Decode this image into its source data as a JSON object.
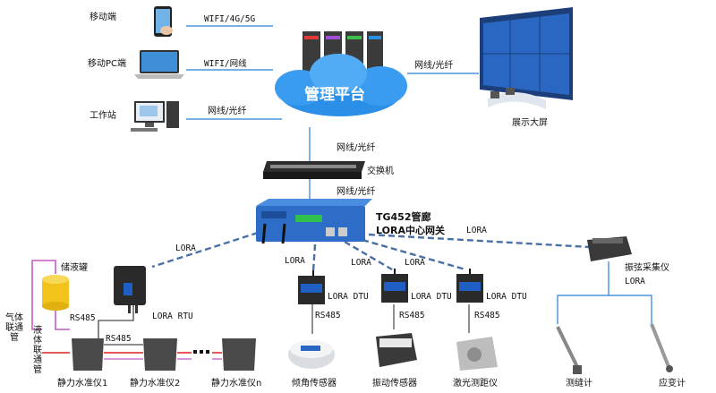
{
  "clients": {
    "mobile": "移动端",
    "mobile_pc": "移动PC端",
    "workstation": "工作站"
  },
  "links": {
    "mobile": "WIFI/4G/5G",
    "mobile_pc": "WIFI/网线",
    "workstation": "网线/光纤",
    "display": "网线/光纤",
    "platform_switch": "网线/光纤",
    "switch_gateway": "网线/光纤"
  },
  "platform": {
    "label": "管理平台"
  },
  "display": {
    "label": "展示大屏"
  },
  "switch": {
    "label": "交换机"
  },
  "gateway": {
    "line1": "TG452管廊",
    "line2": "LORA中心网关"
  },
  "lora": {
    "left": "LORA",
    "right": "LORA",
    "center_left": "LORA",
    "center_mid": "LORA",
    "center_right": "LORA",
    "vibrating": "LORA"
  },
  "rtu": {
    "label": "LORA RTU",
    "rs485": "RS485",
    "rs485_chain": "RS485"
  },
  "tank": {
    "label": "储液罐",
    "gas": "气体联通管",
    "liquid": "液体联通管"
  },
  "levels": [
    {
      "label": "静力水准仪1"
    },
    {
      "label": "静力水准仪2"
    },
    {
      "label": "静力水准仪n"
    }
  ],
  "dtus": [
    {
      "label": "LORA DTU",
      "rs485": "RS485",
      "sensor": "倾角传感器"
    },
    {
      "label": "LORA DTU",
      "rs485": "RS485",
      "sensor": "振动传感器"
    },
    {
      "label": "LORA DTU",
      "rs485": "RS485",
      "sensor": "激光测距仪"
    }
  ],
  "vibrating": {
    "label": "振弦采集仪"
  },
  "gauges": [
    {
      "label": "测缝计"
    },
    {
      "label": "应变计"
    }
  ],
  "colors": {
    "dashed": "#4a6fa5",
    "line": "#2a7fd4",
    "tank": "#f2c31a",
    "pipe": "#c45cc4",
    "red_pipe": "#e02020",
    "gateway": "#2d6cc7"
  }
}
